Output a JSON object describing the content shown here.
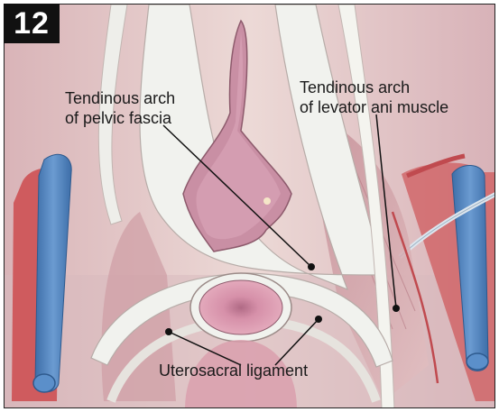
{
  "figure": {
    "number": "12"
  },
  "labels": {
    "tendinous_arch_pelvic_fascia": {
      "line1": "Tendinous arch",
      "line2": "of pelvic fascia"
    },
    "tendinous_arch_levator_ani": {
      "line1": "Tendinous arch",
      "line2": "of levator ani muscle"
    },
    "uterosacral_ligament": "Uterosacral ligament"
  },
  "colors": {
    "background_tissue": "#e9d2d4",
    "fascia": "#f1f2ee",
    "muscle": "#c8959d",
    "artery": "#cf5b5e",
    "vein": "#4f82bd",
    "rectum": "#c98fa4",
    "uterus": "#e4a7b9"
  }
}
